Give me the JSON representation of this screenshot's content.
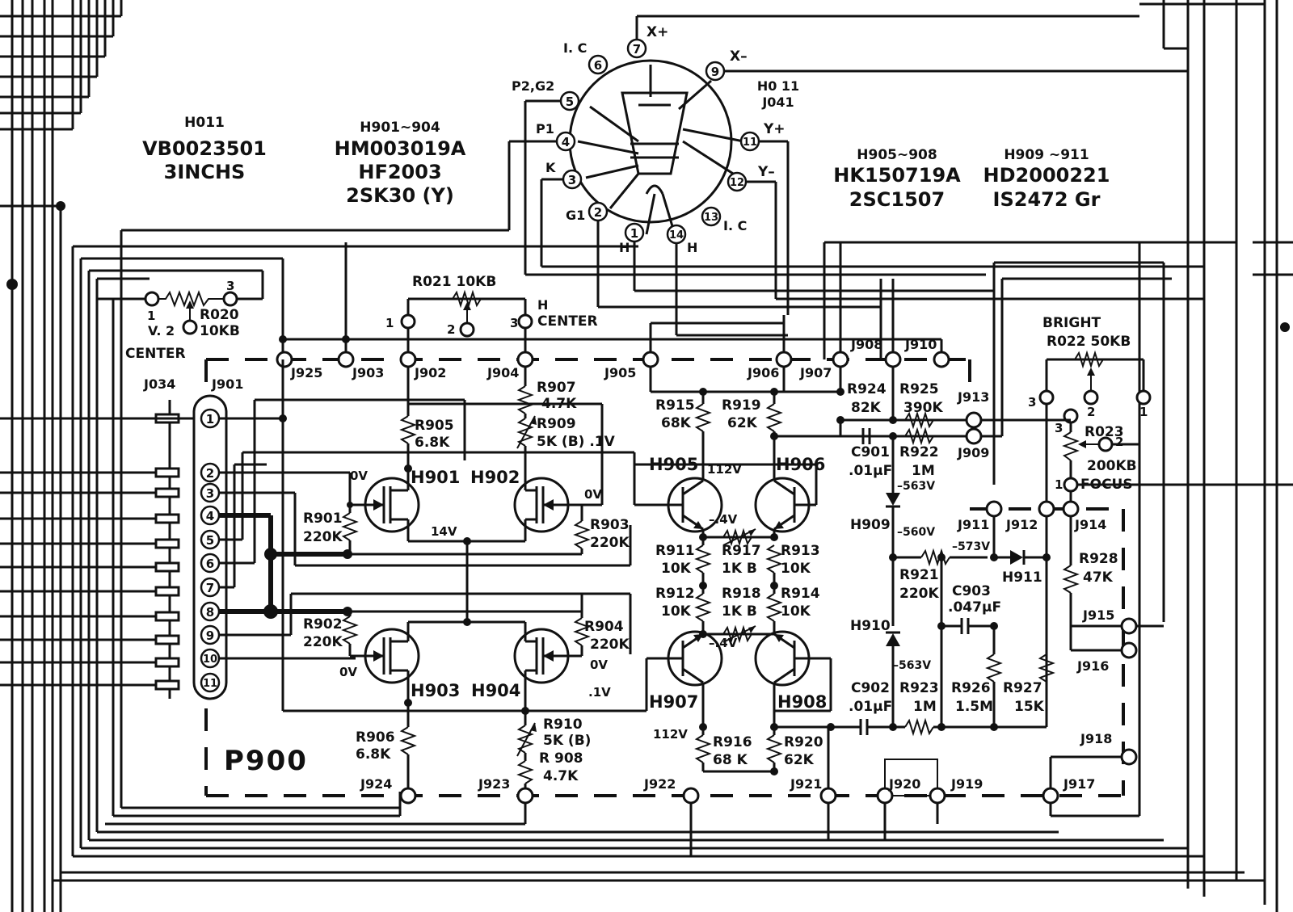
{
  "devices": {
    "crt": {
      "ref": "H011",
      "part": "VB0023501",
      "size": "3INCHS"
    },
    "fet": {
      "refs": "H901~904",
      "parts": [
        "HM003019A",
        "HF2003",
        "2SK30 (Y)"
      ]
    },
    "crt_ref2": [
      "H0 11",
      "J041"
    ],
    "bjt": {
      "refs": "H905~908",
      "parts": [
        "HK150719A",
        "2SC1507"
      ]
    },
    "diode": {
      "refs": "H909 ~911",
      "parts": [
        "HD2000221",
        "IS2472 Gr"
      ]
    }
  },
  "crt_pins": {
    "p1": "1",
    "p2": "2",
    "p3": "3",
    "p4": "4",
    "p5": "5",
    "p6": "6",
    "p7": "7",
    "p9": "9",
    "p11": "11",
    "p12": "12",
    "p13": "13",
    "p14": "14",
    "x_plus": "X+",
    "x_minus": "X–",
    "y_plus": "Y+",
    "y_minus": "Y–",
    "ic1": "I. C",
    "ic2": "I. C",
    "p2g2": "P2,G2",
    "p1l": "P1",
    "k": "K",
    "g1": "G1",
    "h1": "H",
    "h2": "H"
  },
  "pots": {
    "r020": [
      "R020",
      "10KB"
    ],
    "v2": "V. 2",
    "center_v": "CENTER",
    "r021": "R021  10KB",
    "h": "H",
    "center_h": "CENTER",
    "bright": "BRIGHT",
    "r022": "R022  50KB",
    "r023": [
      "R023",
      "200KB"
    ],
    "focus": "FOCUS"
  },
  "pin_numbers": {
    "one": "1",
    "two": "2",
    "three": "3"
  },
  "jacks": {
    "j925": "J925",
    "j903": "J903",
    "j902": "J902",
    "j904": "J904",
    "j905": "J905",
    "j906": "J906",
    "j907": "J907",
    "j908": "J908",
    "j910": "J910",
    "j913": "J913",
    "j909": "J909",
    "j911": "J911",
    "j912": "J912",
    "j914": "J914",
    "j915": "J915",
    "j916": "J916",
    "j918": "J918",
    "j917": "J917",
    "j919": "J919",
    "j920": "J920",
    "j921": "J921",
    "j922": "J922",
    "j923": "J923",
    "j924": "J924",
    "j034": "J034",
    "j901": "J901"
  },
  "connector_pins": [
    "1",
    "2",
    "3",
    "4",
    "5",
    "6",
    "7",
    "8",
    "9",
    "10",
    "11"
  ],
  "board": "P900",
  "resistors": {
    "r905": [
      "R905",
      "6.8K"
    ],
    "r907": [
      "R907",
      "4.7K"
    ],
    "r909": [
      "R909",
      "5K (B) .1V"
    ],
    "r915": [
      "R915",
      "68K"
    ],
    "r919": [
      "R919",
      "62K"
    ],
    "r924": [
      "R924",
      "82K"
    ],
    "r925": [
      "R925",
      "390K"
    ],
    "r922": [
      "R922",
      "1M"
    ],
    "r901": [
      "R901",
      "220K"
    ],
    "r903": [
      "R903",
      "220K"
    ],
    "r911": [
      "R911",
      "10K"
    ],
    "r917": [
      "R917",
      "1K B"
    ],
    "r913": [
      "R913",
      "10K"
    ],
    "r912": [
      "R912",
      "10K"
    ],
    "r918": [
      "R918",
      "1K B"
    ],
    "r914": [
      "R914",
      "10K"
    ],
    "r902": [
      "R902",
      "220K"
    ],
    "r904": [
      "R904",
      "220K"
    ],
    "r921": [
      "R921",
      "220K"
    ],
    "r928": [
      "R928",
      "47K"
    ],
    "r906": [
      "R906",
      "6.8K"
    ],
    "r910": [
      "R910",
      "5K (B)"
    ],
    "r908": [
      "R 908",
      "4.7K"
    ],
    "r916": [
      "R916",
      "68 K"
    ],
    "r920": [
      "R920",
      "62K"
    ],
    "r923": [
      "R923",
      "1M"
    ],
    "r926": [
      "R926",
      "1.5M"
    ],
    "r927": [
      "R927",
      "15K"
    ]
  },
  "capacitors": {
    "c901": [
      "C901",
      ".01µF"
    ],
    "c902": [
      "C902",
      ".01µF"
    ],
    "c903": [
      "C903",
      ".047µF"
    ]
  },
  "transistors": {
    "h901": "H901",
    "h902": "H902",
    "h903": "H903",
    "h904": "H904",
    "h905": "H905",
    "h906": "H906",
    "h907": "H907",
    "h908": "H908",
    "h909": "H909",
    "h910": "H910",
    "h911": "H911"
  },
  "voltages": {
    "v0_a": "0V",
    "v0_b": "0V",
    "v0_c": "0V",
    "v0_d": "0V",
    "v14": "14V",
    "v112_a": "112V",
    "v112_b": "112V",
    "vm4_a": "–.4V",
    "vm4_b": "–.4V",
    "v1": ".1V",
    "vm563_a": "–563V",
    "vm560": "–560V",
    "vm573": "–573V",
    "vm563_b": "–563V"
  }
}
